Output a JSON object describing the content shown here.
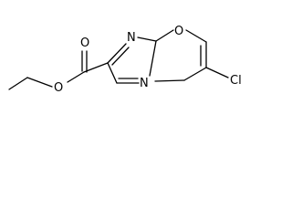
{
  "molecule": {
    "atoms": {
      "o_carbonyl": "O",
      "o_ester": "O",
      "n_imine": "N",
      "o_ring": "O",
      "n_bridge": "N",
      "cl": "Cl"
    }
  },
  "colors": {
    "bond": "#000000",
    "text": "#000000",
    "background": "#ffffff"
  }
}
